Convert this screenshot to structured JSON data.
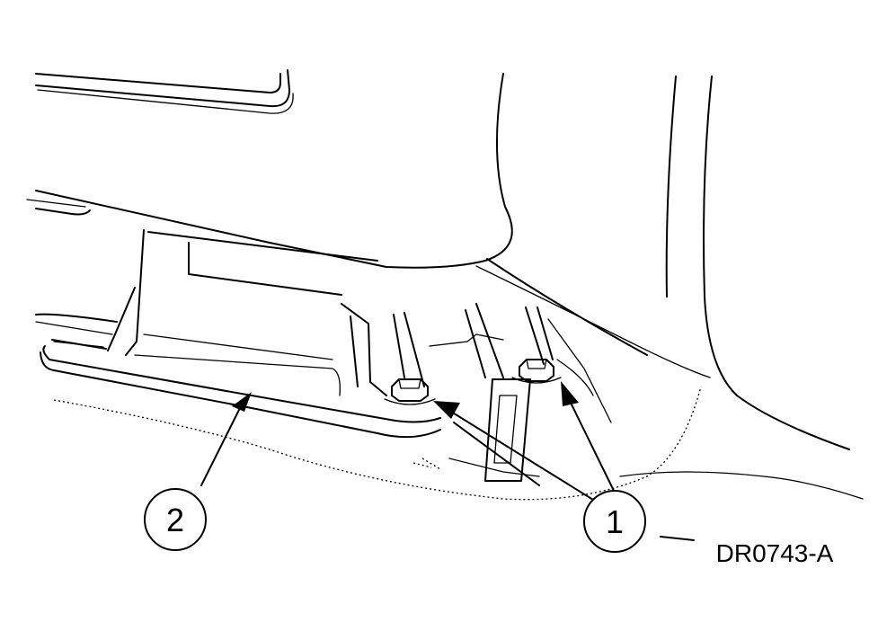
{
  "figure": {
    "callouts": [
      {
        "label": "1"
      },
      {
        "label": "2"
      }
    ],
    "reference_code": "DR0743-A",
    "colors": {
      "line": "#000000",
      "background": "#ffffff"
    }
  }
}
